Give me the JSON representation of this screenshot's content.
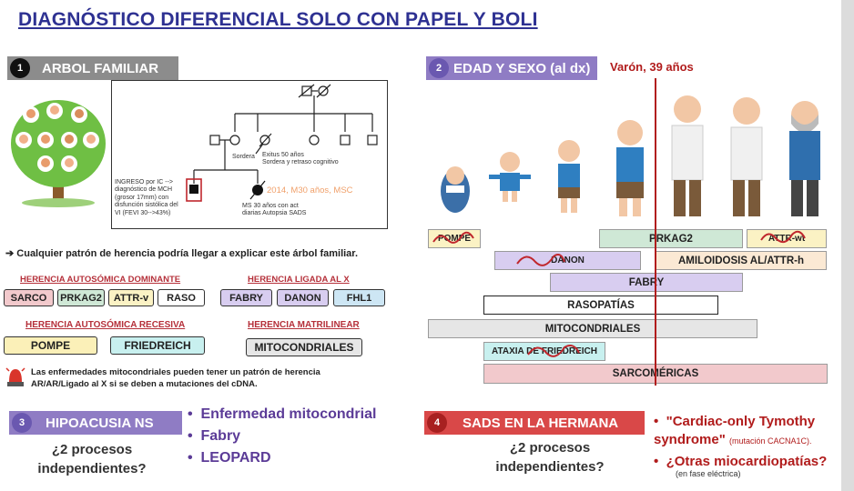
{
  "title": "DIAGNÓSTICO DIFERENCIAL SOLO CON PAPEL Y BOLI",
  "section1": {
    "number": "1",
    "header": "ARBOL FAMILIAR",
    "pedigree": {
      "label_sordera": "Sordera",
      "label_exitus": "Exitus 50 años",
      "label_exitus_detail": "Sordera y retraso cognitivo",
      "ingreso_text": "INGRESO por IC --> diagnóstico de MCH (grosor 17mm) con disfunción sistólica del VI (FEVI 30-->43%)",
      "sister_event": "2014, M30 años, MSC",
      "sister_detail": "MS 30 años con act diarias Autopsia SADS"
    },
    "conclusion": "Cualquier patrón de herencia podría llegar a explicar este árbol familiar.",
    "groups": {
      "ad_title": "HERENCIA AUTOSÓMICA DOMINANTE",
      "ad_items": [
        "SARCO",
        "PRKAG2",
        "ATTR-v",
        "RASO"
      ],
      "x_title": "HERENCIA LIGADA AL X",
      "x_items": [
        "FABRY",
        "DANON",
        "FHL1"
      ],
      "ar_title": "HERENCIA AUTOSÓMICA RECESIVA",
      "ar_items": [
        "POMPE",
        "FRIEDREICH"
      ],
      "mito_title": "HERENCIA MATRILINEAR",
      "mito_items": [
        "MITOCONDRIALES"
      ]
    },
    "alert_text": "Las enfermedades mitocondriales pueden tener un patrón de herencia AR/AR/Ligado al X si se deben a mutaciones del cDNA."
  },
  "section2": {
    "number": "2",
    "header": "EDAD Y SEXO (al dx)",
    "patient": "Varón, 39 años",
    "bars": [
      "POMPE",
      "PRKAG2",
      "ATTR-wt",
      "DANON",
      "AMILOIDOSIS AL/ATTR-h",
      "FABRY",
      "RASOPATÍAS",
      "MITOCONDRIALES",
      "ATAXIA DE FRIEDREICH",
      "SARCOMÉRICAS"
    ]
  },
  "section3": {
    "number": "3",
    "header": "HIPOACUSIA NS",
    "question": "¿2 procesos independientes?",
    "bullets": [
      "Enfermedad mitocondrial",
      "Fabry",
      "LEOPARD"
    ]
  },
  "section4": {
    "number": "4",
    "header": "SADS EN LA HERMANA",
    "question": "¿2 procesos independientes?",
    "bullet1_main": "\"Cardiac-only Tymothy syndrome\"",
    "bullet1_note": "(mutación CACNA1C).",
    "bullet2_main": "¿Otras miocardiopatías?",
    "bullet2_note": "(en fase eléctrica)"
  },
  "colors": {
    "title": "#2e3192",
    "section_header_gray": "#8c8c8c",
    "section_header_purple": "#8f7cc4",
    "section_header_red": "#d94848",
    "marker_red": "#b11c1c",
    "sarco_pink": "#f2c9cc",
    "prkag2_green": "#cfe8d6",
    "attr_yellow": "#fbf2c4",
    "xlinked_purple": "#d8cdf0",
    "fhl1_blue": "#cde6f4",
    "pompe_yellow": "#fbf0b8",
    "friedreich_cyan": "#c8f0ef",
    "mito_gray": "#e6e6e6"
  }
}
